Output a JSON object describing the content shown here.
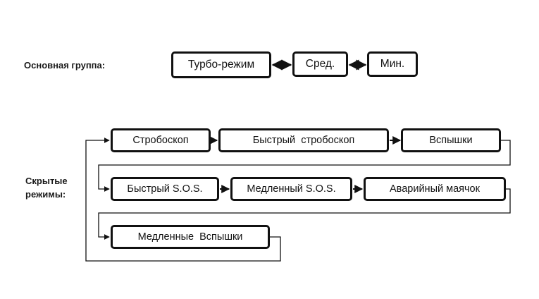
{
  "main_group": {
    "label": "Основная группа:",
    "modes": [
      "Турбо-режим",
      "Сред.",
      "Мин."
    ]
  },
  "hidden_modes": {
    "label": "Скрытые режимы:",
    "row1": [
      "Стробоскоп",
      "Быстрый  стробоскоп",
      "Вспышки"
    ],
    "row2": [
      "Быстрый S.O.S.",
      "Медленный S.O.S.",
      "Аварийный маячок"
    ],
    "row3": [
      "Медленные  Вспышки"
    ]
  }
}
